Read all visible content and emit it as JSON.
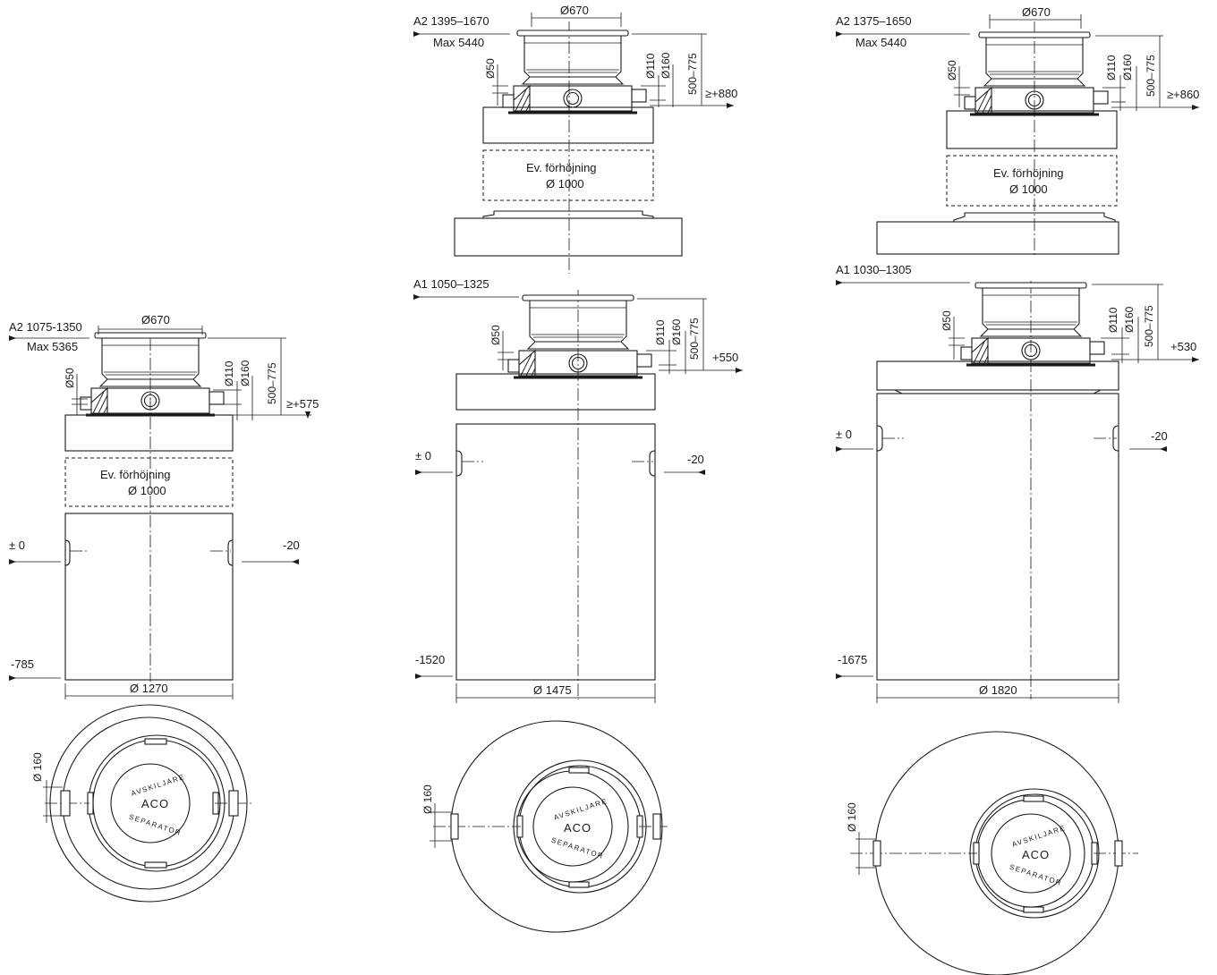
{
  "left": {
    "level_a2": "A2 1075-1350",
    "max": "Max 5365",
    "dia_lid": "Ø670",
    "d50": "Ø50",
    "d110": "Ø110",
    "d160": "Ø160",
    "range": "500–775",
    "top_level": "≥+575",
    "riser_label": "Ev. förhöjning",
    "riser_dia": "Ø 1000",
    "inlet_level": "± 0",
    "outlet_level": "-20",
    "bottom_level": "-785",
    "tank_dia": "Ø 1270",
    "plan_pipe": "Ø 160"
  },
  "middle_upper": {
    "level_a2": "A2 1395–1670",
    "max": "Max 5440",
    "dia_lid": "Ø670",
    "d50": "Ø50",
    "d110": "Ø110",
    "d160": "Ø160",
    "range": "500–775",
    "top_level": "≥+880",
    "riser_label": "Ev. förhöjning",
    "riser_dia": "Ø 1000"
  },
  "middle_lower": {
    "level_a1": "A1 1050–1325",
    "d50": "Ø50",
    "d110": "Ø110",
    "d160": "Ø160",
    "range": "500–775",
    "top_level": "+550",
    "inlet_level": "± 0",
    "outlet_level": "-20",
    "bottom_level": "-1520",
    "tank_dia": "Ø 1475",
    "plan_pipe": "Ø 160"
  },
  "right_upper": {
    "level_a2": "A2 1375–1650",
    "max": "Max 5440",
    "dia_lid": "Ø670",
    "d50": "Ø50",
    "d110": "Ø110",
    "d160": "Ø160",
    "range": "500–775",
    "top_level": "≥+860",
    "riser_label": "Ev. förhöjning",
    "riser_dia": "Ø 1000"
  },
  "right_lower": {
    "level_a1": "A1 1030–1305",
    "d50": "Ø50",
    "d110": "Ø110",
    "d160": "Ø160",
    "range": "500–775",
    "top_level": "+530",
    "inlet_level": "± 0",
    "outlet_level": "-20",
    "bottom_level": "-1675",
    "tank_dia": "Ø 1820",
    "plan_pipe": "Ø 160"
  },
  "lid": {
    "top_text": "AVSKILJARE",
    "brand": "ACO",
    "bottom_text": "SEPARATOR"
  }
}
